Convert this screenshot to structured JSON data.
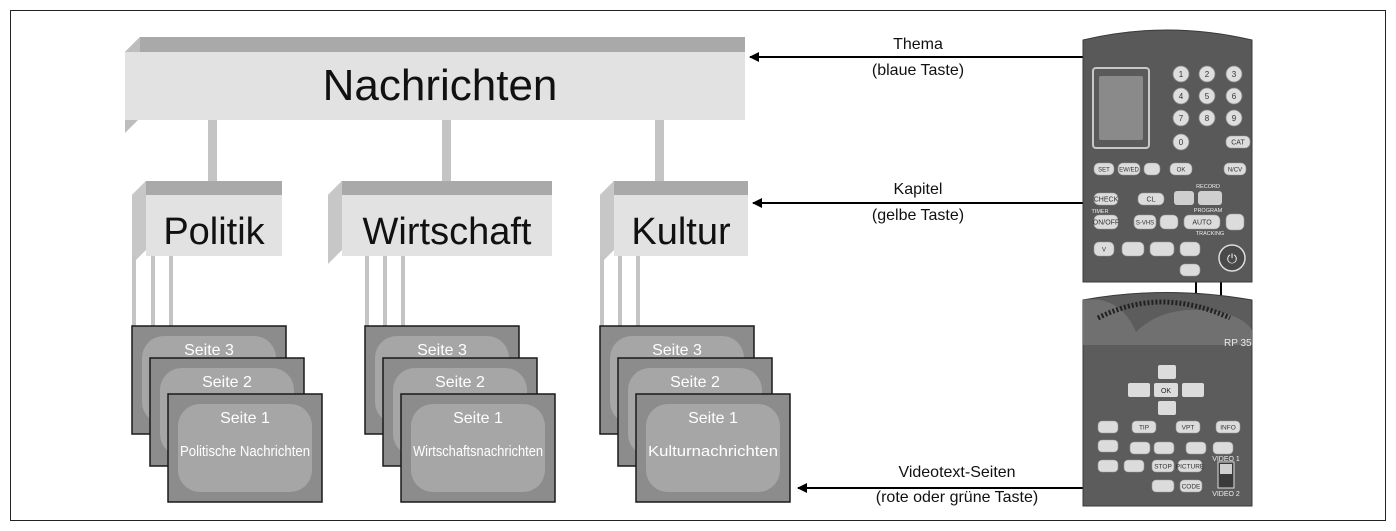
{
  "topic": {
    "title": "Nachrichten"
  },
  "chapters": [
    {
      "title": "Politik"
    },
    {
      "title": "Wirtschaft"
    },
    {
      "title": "Kultur"
    }
  ],
  "page_stacks": [
    {
      "pages": [
        "Seite 3",
        "Seite 2",
        "Seite 1"
      ],
      "front_caption": "Politische Nachrichten"
    },
    {
      "pages": [
        "Seite 3",
        "Seite 2",
        "Seite 1"
      ],
      "front_caption": "Wirtschaftsnachrichten"
    },
    {
      "pages": [
        "Seite 3",
        "Seite 2",
        "Seite 1"
      ],
      "front_caption": "Kulturnachrichten"
    }
  ],
  "callouts": {
    "thema": {
      "line1": "Thema",
      "line2": "(blaue Taste)"
    },
    "kapitel": {
      "line1": "Kapitel",
      "line2": "(gelbe Taste)"
    },
    "seiten": {
      "line1": "Videotext-Seiten",
      "line2": "(rote oder grüne Taste)"
    }
  },
  "remote": {
    "model": "RP 35",
    "digits": [
      "1",
      "2",
      "3",
      "4",
      "5",
      "6",
      "7",
      "8",
      "9",
      "0"
    ],
    "keys": {
      "set": "SET",
      "ewed": "EW/ED",
      "ok": "OK",
      "ncv": "N/CV",
      "check": "CHECK",
      "cl": "CL",
      "timer": "TIMER",
      "onoff": "ON/OFF",
      "svhs": "S-VHS",
      "auto": "AUTO",
      "record": "RECORD",
      "program": "PROGRAM",
      "tracking": "TRACKING",
      "v": "V",
      "tip": "TIP",
      "vpt": "VPT",
      "stop": "STOP",
      "picture": "PICTURE",
      "code": "CODE",
      "video1": "VIDEO 1",
      "video2": "VIDEO 2",
      "nav_ok": "OK",
      "cat": "CAT",
      "info": "INFO"
    }
  }
}
